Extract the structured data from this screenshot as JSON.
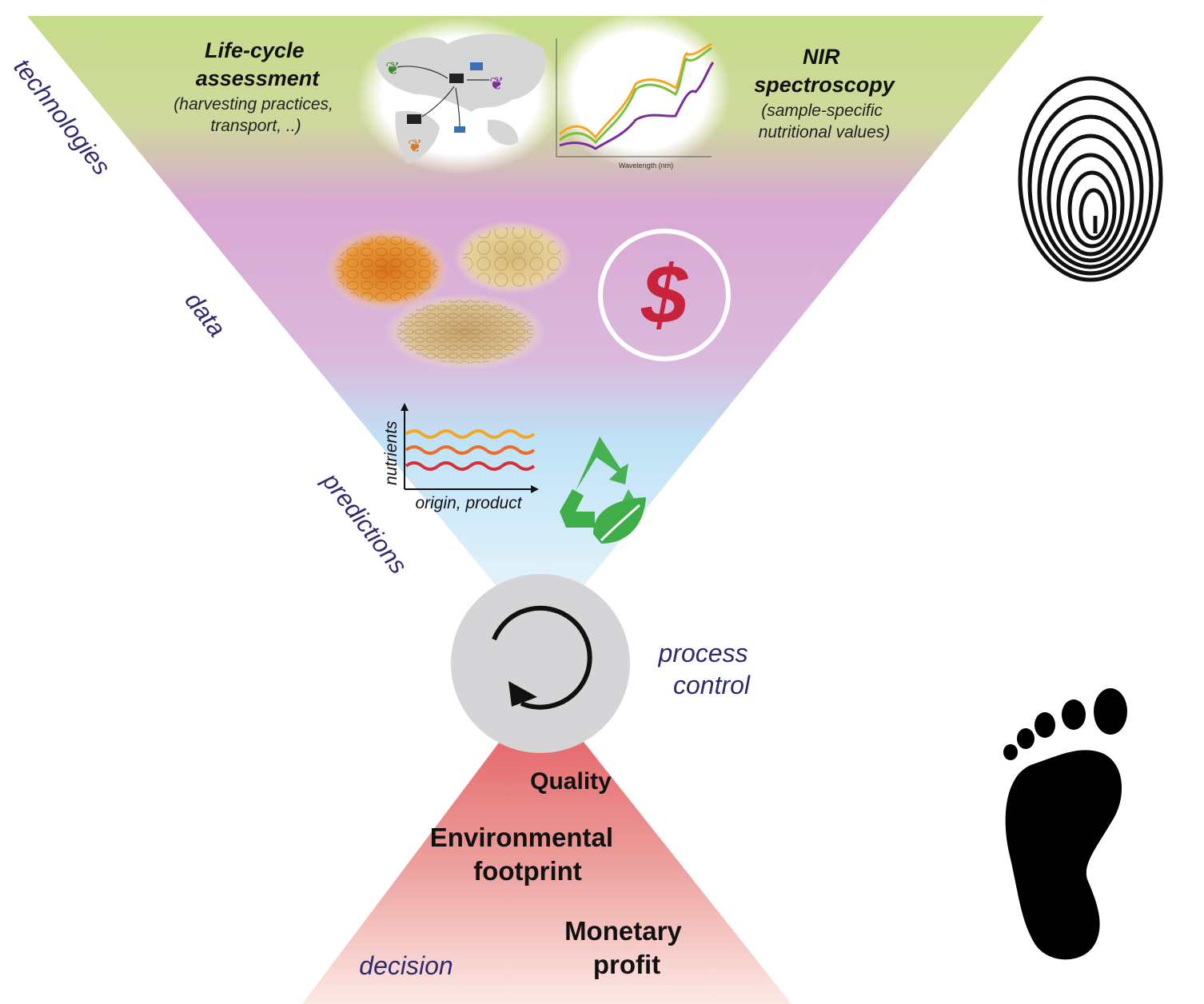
{
  "stages": {
    "technologies": "technologies",
    "data": "data",
    "predictions": "predictions",
    "process_control_line1": "process",
    "process_control_line2": "control",
    "decision": "decision"
  },
  "technologies": {
    "lca": {
      "title_line1": "Life-cycle",
      "title_line2": "assessment",
      "subtitle_line1": "(harvesting practices,",
      "subtitle_line2": "transport, ..)"
    },
    "nir": {
      "title_line1": "NIR",
      "title_line2": "spectroscopy",
      "subtitle_line1": "(sample-specific",
      "subtitle_line2": "nutritional values)",
      "axis_label": "Wavelength (nm)"
    }
  },
  "data": {
    "currency_symbol": "$",
    "grains": [
      "maize",
      "soybean",
      "wheat"
    ]
  },
  "predictions": {
    "y_axis_label": "nutrients",
    "x_axis_label": "origin, product"
  },
  "outcomes": {
    "quality": "Quality",
    "environmental_line1": "Environmental",
    "environmental_line2": "footprint",
    "monetary_line1": "Monetary",
    "monetary_line2": "profit"
  },
  "icons": [
    "fingerprint-icon",
    "footprint-icon",
    "recycle-leaf-icon",
    "dollar-icon",
    "refresh-cycle-icon",
    "world-map-icon"
  ],
  "colors": {
    "top_green": "#c9dd8e",
    "middle_purple": "#d9a6d2",
    "lower_blue": "#bfe3f5",
    "bottom_red": "#e45b5f",
    "stage_text": "#2f2a6e",
    "dollar_red": "#c8233b",
    "recycle_green": "#3fae49",
    "spectrum_orange": "#f5a623",
    "spectrum_green": "#7cbf3a",
    "spectrum_purple": "#7b2d9e"
  }
}
